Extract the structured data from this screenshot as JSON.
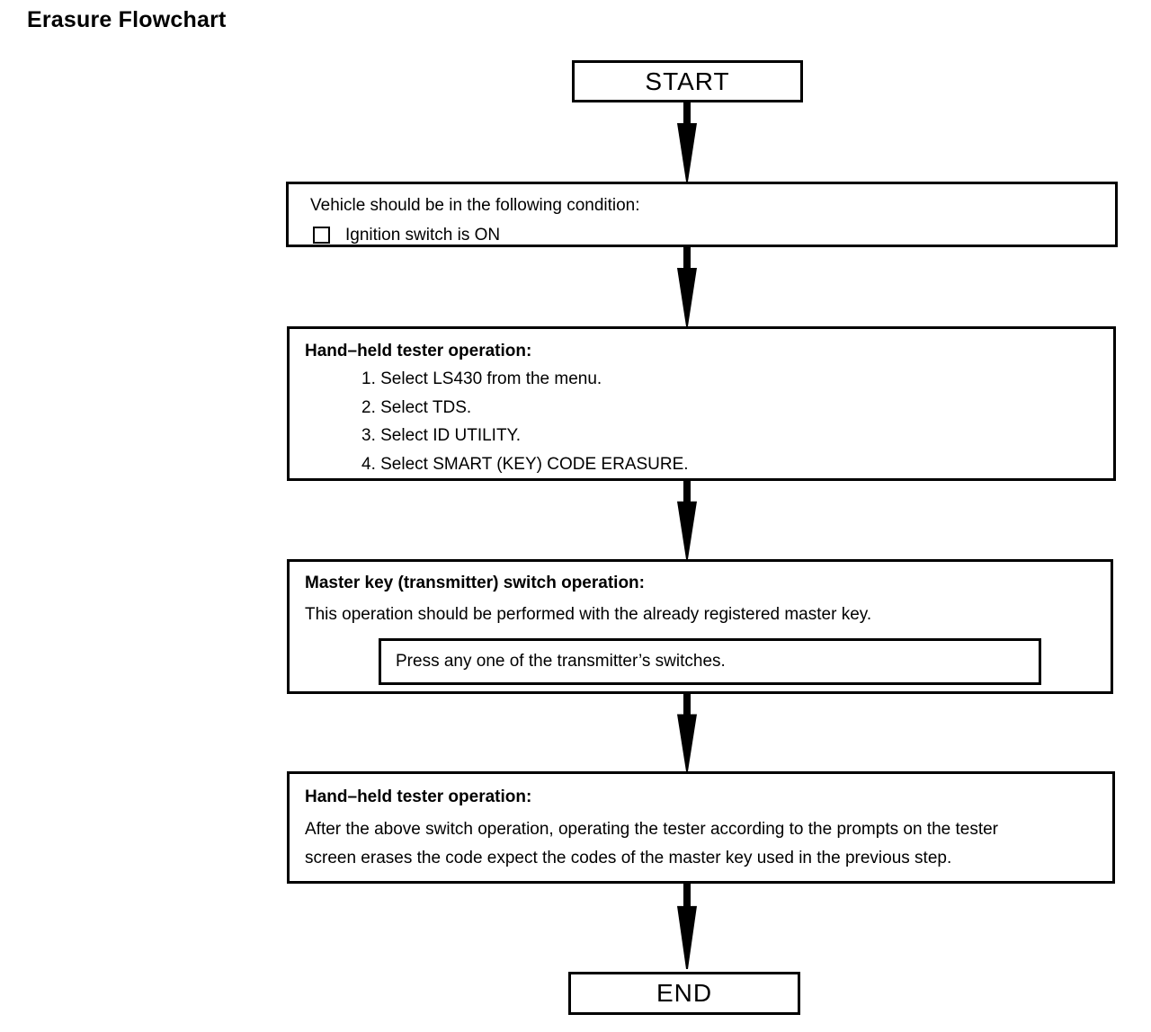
{
  "page": {
    "title": "Erasure Flowchart",
    "background_color": "#ffffff",
    "line_color": "#000000"
  },
  "flowchart": {
    "start_label": "START",
    "end_label": "END",
    "steps": [
      {
        "name": "vehicle-condition",
        "line": "Vehicle should be in the following condition:",
        "checklist": [
          {
            "label": "Ignition switch is ON",
            "checked": false
          }
        ]
      },
      {
        "name": "hand-held-tester-operation-1",
        "heading": "Hand–held tester operation:",
        "list": [
          "1. Select LS430 from the menu.",
          "2. Select TDS.",
          "3. Select ID UTILITY.",
          "4. Select SMART (KEY) CODE ERASURE."
        ]
      },
      {
        "name": "master-key-switch-operation",
        "heading": "Master key (transmitter) switch operation:",
        "body": "This operation should be performed with the already registered master key.",
        "action_box": "Press any one of the transmitter’s switches."
      },
      {
        "name": "hand-held-tester-operation-2",
        "heading": "Hand–held tester operation:",
        "body_lines": [
          "After the above switch operation, operating the tester according to the prompts on the tester",
          "screen erases the code expect the codes of the master key used in the previous step."
        ]
      }
    ]
  }
}
